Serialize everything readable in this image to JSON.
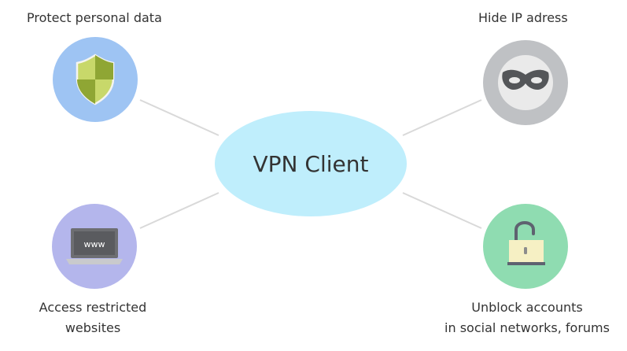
{
  "center": {
    "label": "VPN Client",
    "color": "#bfeefc"
  },
  "nodes": [
    {
      "id": "protect",
      "label_lines": [
        "Protect personal data"
      ],
      "icon": "shield-icon",
      "circle_color": "#9ec4f3"
    },
    {
      "id": "hide-ip",
      "label_lines": [
        "Hide IP adress"
      ],
      "icon": "mask-icon",
      "circle_color": "#bfc1c4"
    },
    {
      "id": "access",
      "label_lines": [
        "Access restricted",
        "websites"
      ],
      "icon": "laptop-icon",
      "icon_text": "www",
      "circle_color": "#b4b6ec"
    },
    {
      "id": "unblock",
      "label_lines": [
        "Unblock accounts",
        "in social networks, forums"
      ],
      "icon": "padlock-icon",
      "circle_color": "#8fdcb1"
    }
  ],
  "connector_color": "#d9d9d9"
}
